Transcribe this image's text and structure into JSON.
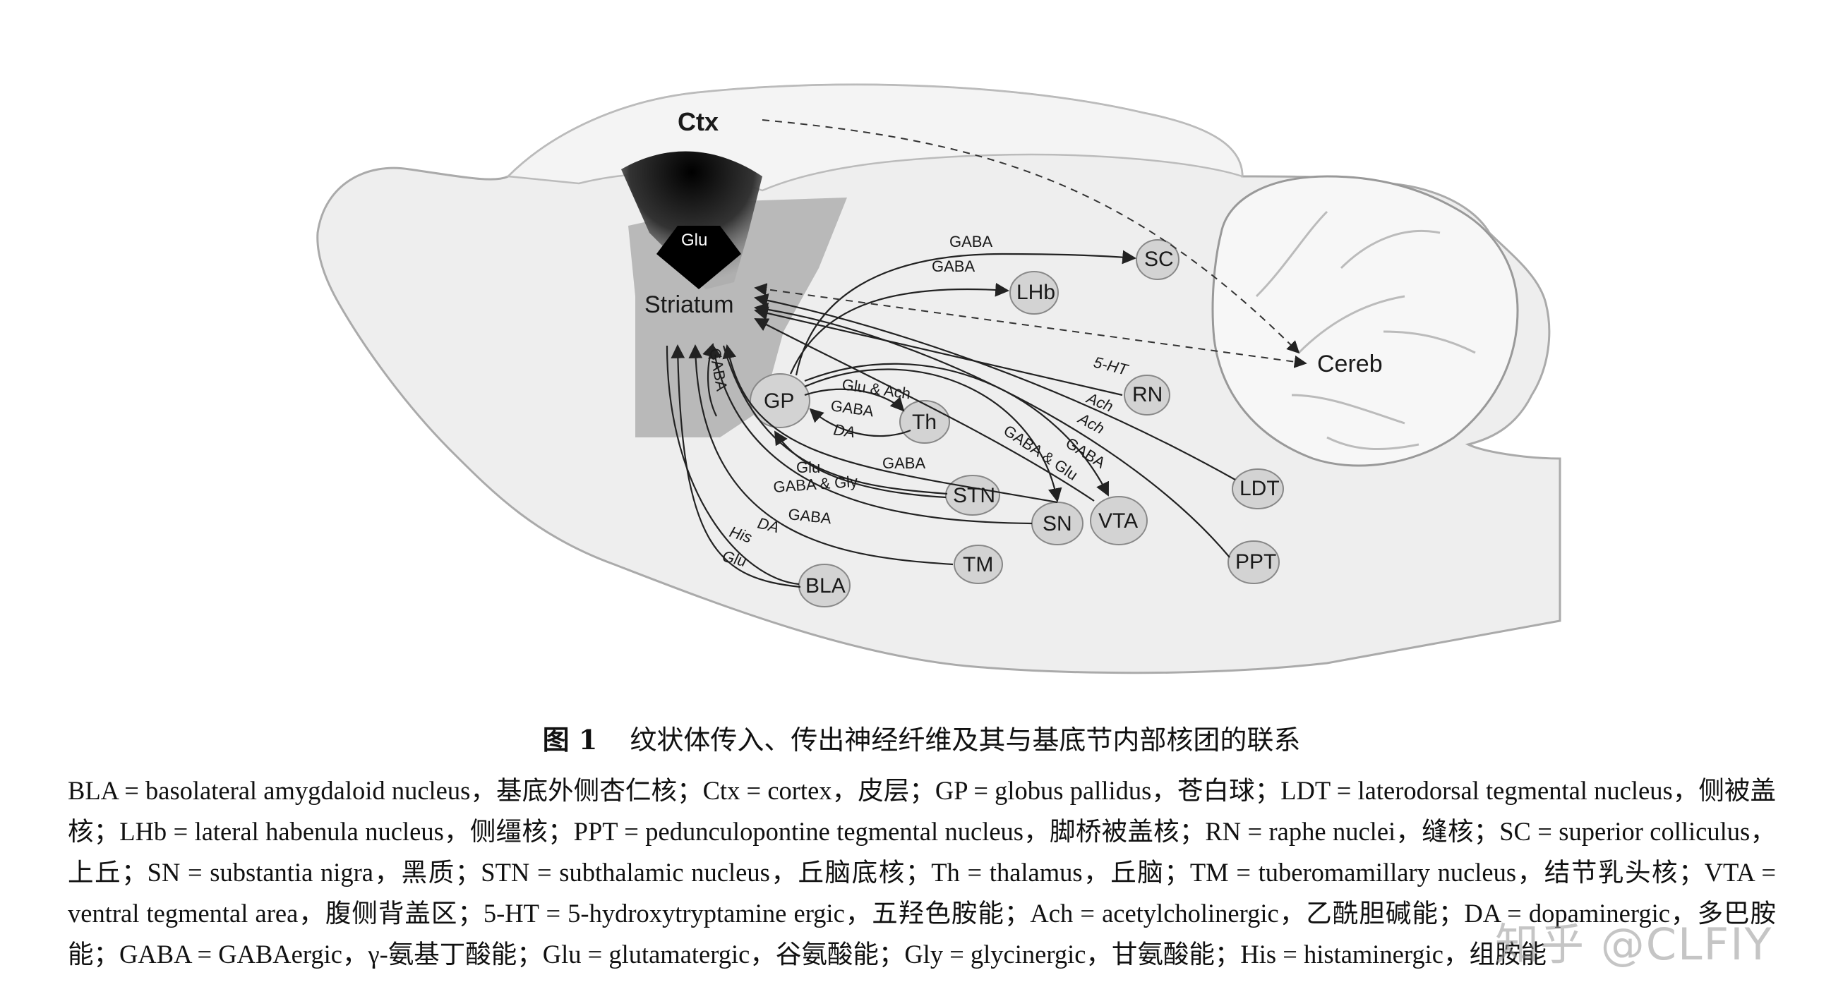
{
  "figure": {
    "regions": {
      "ctx": "Ctx",
      "striatum": "Striatum",
      "cereb": "Cereb",
      "glu_arrow": "Glu"
    },
    "nuclei": [
      {
        "id": "gp",
        "label": "GP"
      },
      {
        "id": "th",
        "label": "Th"
      },
      {
        "id": "stn",
        "label": "STN"
      },
      {
        "id": "sn",
        "label": "SN"
      },
      {
        "id": "vta",
        "label": "VTA"
      },
      {
        "id": "tm",
        "label": "TM"
      },
      {
        "id": "bla",
        "label": "BLA"
      },
      {
        "id": "lhb",
        "label": "LHb"
      },
      {
        "id": "sc",
        "label": "SC"
      },
      {
        "id": "rn",
        "label": "RN"
      },
      {
        "id": "ldt",
        "label": "LDT"
      },
      {
        "id": "ppt",
        "label": "PPT"
      }
    ],
    "connection_labels": {
      "gaba_sc": "GABA",
      "gaba_lhb": "GABA",
      "gaba_vertical": "GABA",
      "glu_ach": "Glu & Ach",
      "gaba_th": "GABA",
      "da_th": "DA",
      "glu_stn": "Glu",
      "gaba_sn": "GABA",
      "gaba_gly": "GABA & Gly",
      "gaba_lower": "GABA",
      "da_lower": "DA",
      "his": "His",
      "glu_lower": "Glu",
      "ht5": "5-HT",
      "ach1": "Ach",
      "ach2": "Ach",
      "gaba_vta": "GABA",
      "gaba_glu": "GABA & Glu"
    }
  },
  "caption": {
    "number": "图 1",
    "title": "纹状体传入、传出神经纤维及其与基底节内部核团的联系"
  },
  "legend": "BLA = basolateral amygdaloid nucleus，基底外侧杏仁核；Ctx = cortex，皮层；GP = globus pallidus，苍白球；LDT = laterodorsal tegmental nucleus，侧被盖核；LHb = lateral habenula nucleus，侧缰核；PPT = pedunculopontine tegmental nucleus，脚桥被盖核；RN = raphe nuclei，缝核；SC = superior colliculus，上丘；SN = substantia nigra，黑质；STN = subthalamic nucleus，丘脑底核；Th = thalamus，丘脑；TM = tuberomamillary nucleus，结节乳头核；VTA = ventral tegmental area，腹侧背盖区；5-HT = 5-hydroxytryptamine ergic，五羟色胺能；Ach = acetylcholinergic，乙酰胆碱能；DA = dopaminergic，多巴胺能；GABA = GABAergic，γ-氨基丁酸能；Glu = glutamatergic，谷氨酸能；Gly = glycinergic，甘氨酸能；His = histaminergic，组胺能",
  "watermark": "知乎 @CLFIY"
}
